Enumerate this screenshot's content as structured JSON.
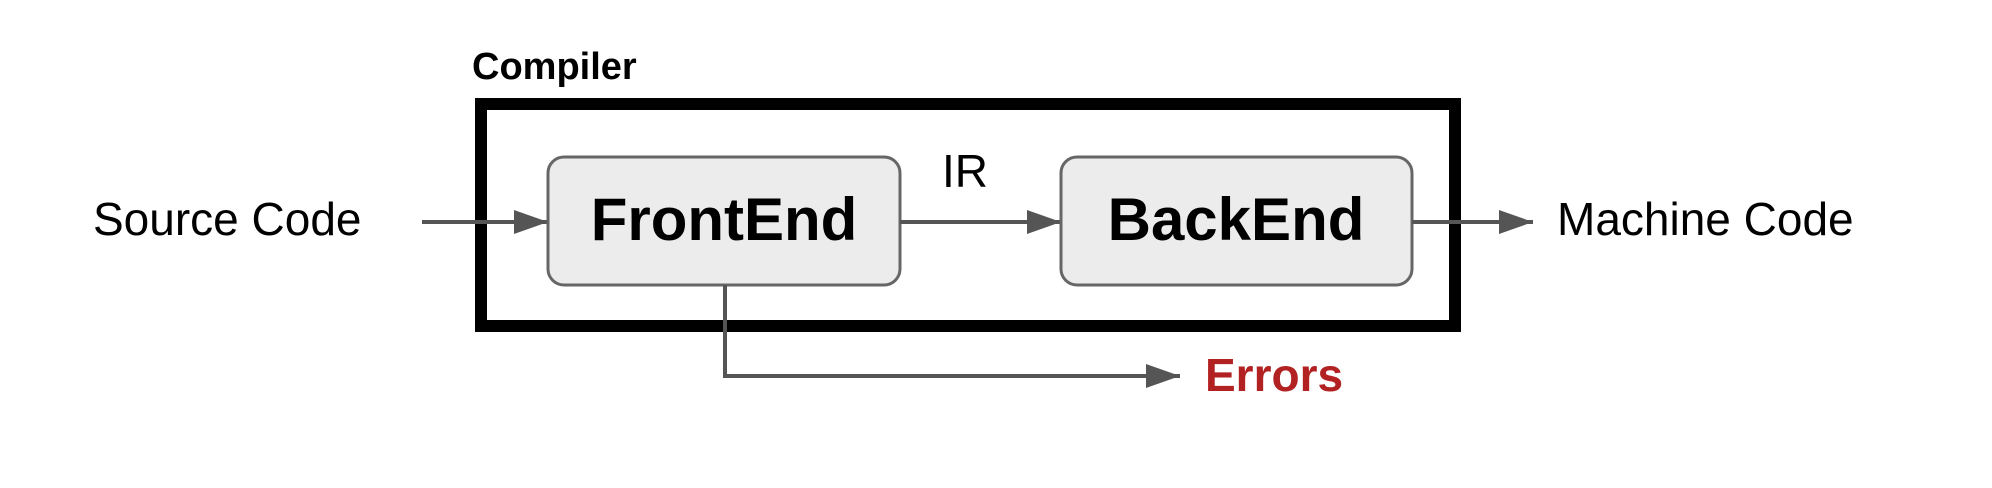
{
  "diagram": {
    "container_label": "Compiler",
    "input_label": "Source Code",
    "output_label": "Machine Code",
    "stage1_label": "FrontEnd",
    "stage2_label": "BackEnd",
    "edge_label": "IR",
    "errors_label": "Errors"
  },
  "colors": {
    "errors": "#b22222",
    "stage_fill": "#ececec",
    "stage_stroke": "#666666",
    "arrow": "#555555",
    "container_stroke": "#000000"
  }
}
